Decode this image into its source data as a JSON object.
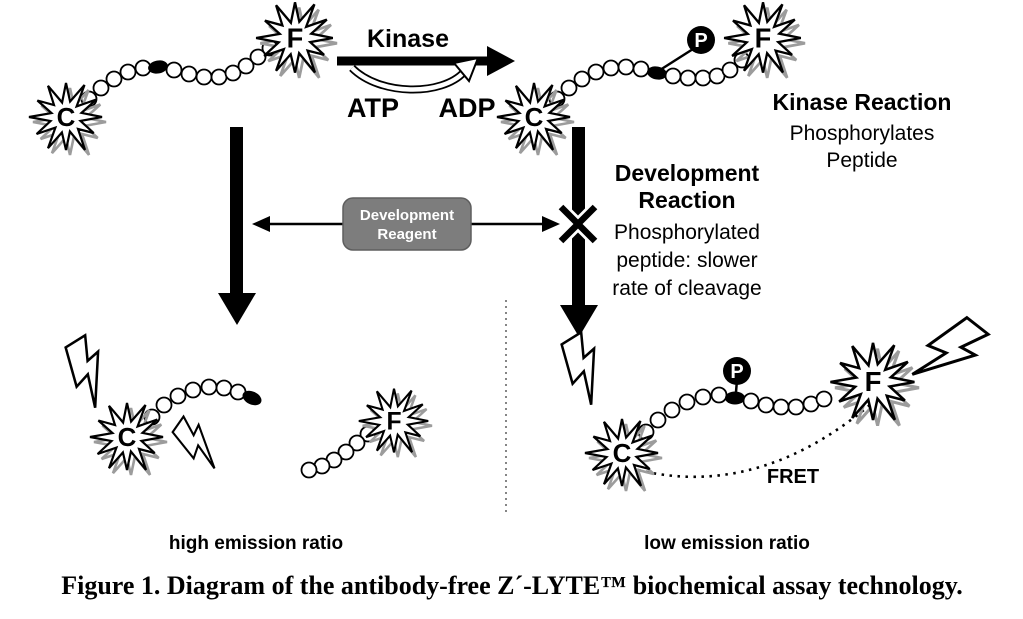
{
  "labels": {
    "donor": "C",
    "acceptor": "F",
    "phosphate": "P"
  },
  "kinase_step": {
    "enzyme": "Kinase",
    "cofactor_in": "ATP",
    "cofactor_out": "ADP"
  },
  "kinase_reaction_note": {
    "title": "Kinase Reaction",
    "line1": "Phosphorylates",
    "line2": "Peptide"
  },
  "development_reagent_box": {
    "line1": "Development",
    "line2": "Reagent"
  },
  "development_reaction_note": {
    "title_line1": "Development",
    "title_line2": "Reaction",
    "line1": "Phosphorylated",
    "line2": "peptide: slower",
    "line3": "rate of cleavage"
  },
  "fret_label": "FRET",
  "outcomes": {
    "cleaved": "high emission ratio",
    "intact": "low emission ratio"
  },
  "caption": "Figure 1.  Diagram of the antibody-free Z´-LYTE™ biochemical assay technology.",
  "icons": {
    "burst": "fluorophore-starburst",
    "bolt": "emission-lightning-bolt",
    "bead": "phosphorylation-site-bead",
    "phosphate_circle": "phosphate-group-circle"
  },
  "colors": {
    "ink": "#000000",
    "reagent_box_fill": "#7d7d7d",
    "reagent_box_text": "#ffffff",
    "burst_shadow": "#9c9c9c"
  }
}
